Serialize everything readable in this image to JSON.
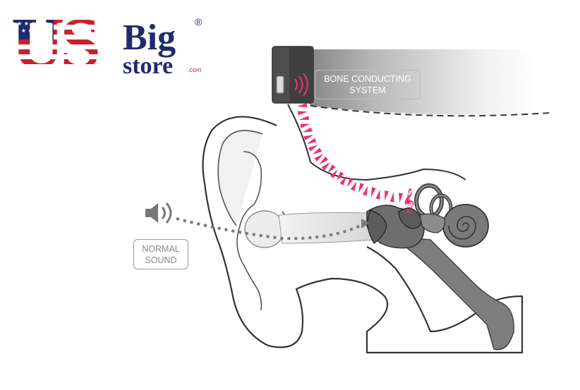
{
  "logo": {
    "us_text": "US",
    "big_text": "Big",
    "store_text": "store",
    "com_text": ".com",
    "registered": "®",
    "colors": {
      "red": "#c8202f",
      "blue": "#1f2b6e"
    }
  },
  "labels": {
    "bone": {
      "line1": "BONE CONDUCTING",
      "line2": "SYSTEM"
    },
    "normal": {
      "line1": "NORMAL",
      "line2": "SOUND"
    }
  },
  "icons": {
    "speaker": "speaker-icon",
    "music_note": "treble-clef-icon"
  },
  "colors": {
    "vibration": "#e8336f",
    "headset": "#4a4a4a",
    "inner_ear": "#7d7d7d",
    "outline": "#333333",
    "label_border": "#9a9a9a"
  }
}
